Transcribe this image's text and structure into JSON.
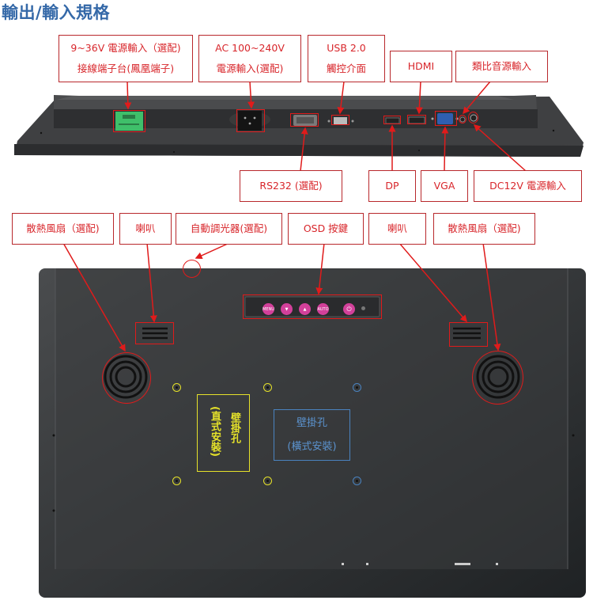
{
  "title": "輸出/輸入規格",
  "colors": {
    "title": "#3569a8",
    "label_border": "#b8282c",
    "label_text": "#d8262b",
    "callout_line": "#e01b1b",
    "vertical_mount": "#e6e22a",
    "horizontal_mount": "#4a83c0",
    "osd_button": "#d2409a",
    "terminal_block": "#3fbf6a",
    "vga_port": "#2f5fb0",
    "panel_body": "#3a3b3d"
  },
  "top_view": {
    "labels_above": [
      {
        "id": "dc-terminal",
        "lines": [
          "9~36V 電源輸入（選配)",
          "接線端子台(鳳凰端子)"
        ]
      },
      {
        "id": "ac-power",
        "lines": [
          "AC 100~240V",
          "電源輸入(選配)"
        ]
      },
      {
        "id": "usb",
        "lines": [
          "USB 2.0",
          "觸控介面"
        ]
      },
      {
        "id": "hdmi",
        "lines": [
          "HDMI"
        ]
      },
      {
        "id": "audio-in",
        "lines": [
          "類比音源輸入"
        ]
      }
    ],
    "labels_below": [
      {
        "id": "rs232",
        "lines": [
          "RS232 (選配)"
        ]
      },
      {
        "id": "dp",
        "lines": [
          "DP"
        ]
      },
      {
        "id": "vga",
        "lines": [
          "VGA"
        ]
      },
      {
        "id": "dc12v",
        "lines": [
          "DC12V 電源輸入"
        ]
      }
    ]
  },
  "back_view": {
    "labels": [
      {
        "id": "fan-left",
        "lines": [
          "散熱風扇（選配)"
        ]
      },
      {
        "id": "speaker-left",
        "lines": [
          "喇叭"
        ]
      },
      {
        "id": "light-sensor",
        "lines": [
          "自動調光器(選配)"
        ]
      },
      {
        "id": "osd-keys",
        "lines": [
          "OSD 按鍵"
        ]
      },
      {
        "id": "speaker-right",
        "lines": [
          "喇叭"
        ]
      },
      {
        "id": "fan-right",
        "lines": [
          "散熱風扇（選配)"
        ]
      }
    ],
    "osd_buttons": [
      "MENU",
      "▼",
      "▲",
      "AUTO",
      "⏻"
    ],
    "vertical_mount": {
      "title": "壁掛孔",
      "subtitle": "(直式安裝)"
    },
    "horizontal_mount": {
      "title": "壁掛孔",
      "subtitle": "(橫式安裝)"
    }
  }
}
